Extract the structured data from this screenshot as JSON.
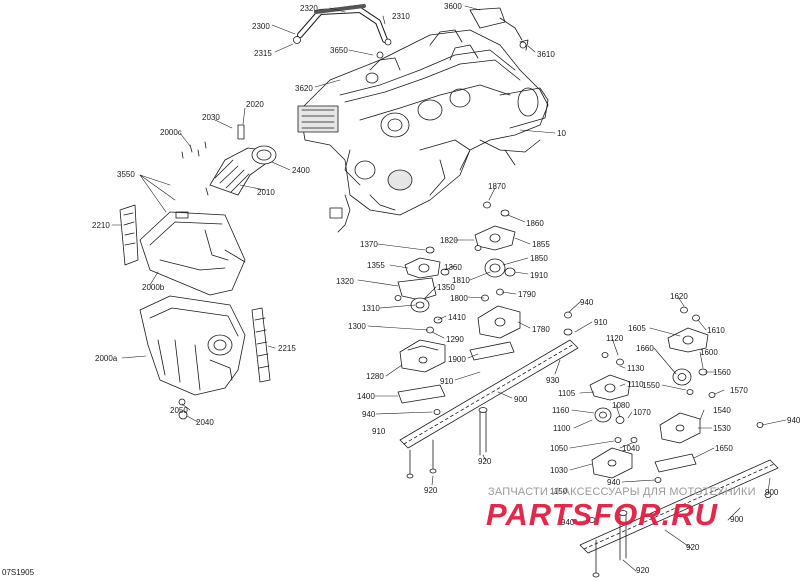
{
  "diagram": {
    "labels": [
      {
        "id": "l2320",
        "text": "2320"
      },
      {
        "id": "l2300",
        "text": "2300"
      },
      {
        "id": "l2315",
        "text": "2315"
      },
      {
        "id": "l2310",
        "text": "2310"
      },
      {
        "id": "l3650",
        "text": "3650"
      },
      {
        "id": "l3600",
        "text": "3600"
      },
      {
        "id": "l3610",
        "text": "3610"
      },
      {
        "id": "l3620",
        "text": "3620"
      },
      {
        "id": "l10",
        "text": "10"
      },
      {
        "id": "l2020",
        "text": "2020"
      },
      {
        "id": "l2030",
        "text": "2030"
      },
      {
        "id": "l2000c",
        "text": "2000c"
      },
      {
        "id": "l2400",
        "text": "2400"
      },
      {
        "id": "l2010",
        "text": "2010"
      },
      {
        "id": "l3550",
        "text": "3550"
      },
      {
        "id": "l2210",
        "text": "2210"
      },
      {
        "id": "l2000b",
        "text": "2000b"
      },
      {
        "id": "l2000a",
        "text": "2000a"
      },
      {
        "id": "l2215",
        "text": "2215"
      },
      {
        "id": "l2050",
        "text": "2050"
      },
      {
        "id": "l2040",
        "text": "2040"
      },
      {
        "id": "l1870",
        "text": "1870"
      },
      {
        "id": "l1860",
        "text": "1860"
      },
      {
        "id": "l1855",
        "text": "1855"
      },
      {
        "id": "l1820",
        "text": "1820"
      },
      {
        "id": "l1850",
        "text": "1850"
      },
      {
        "id": "l1810",
        "text": "1810"
      },
      {
        "id": "l1910",
        "text": "1910"
      },
      {
        "id": "l1370",
        "text": "1370"
      },
      {
        "id": "l1355",
        "text": "1355"
      },
      {
        "id": "l1360",
        "text": "1360"
      },
      {
        "id": "l1320",
        "text": "1320"
      },
      {
        "id": "l1350",
        "text": "1350"
      },
      {
        "id": "l1800",
        "text": "1800"
      },
      {
        "id": "l1790",
        "text": "1790"
      },
      {
        "id": "l1310",
        "text": "1310"
      },
      {
        "id": "l1410",
        "text": "1410"
      },
      {
        "id": "l1780",
        "text": "1780"
      },
      {
        "id": "l1300",
        "text": "1300"
      },
      {
        "id": "l1290",
        "text": "1290"
      },
      {
        "id": "l1900",
        "text": "1900"
      },
      {
        "id": "l1280",
        "text": "1280"
      },
      {
        "id": "l910a",
        "text": "910"
      },
      {
        "id": "l1400",
        "text": "1400"
      },
      {
        "id": "l940a",
        "text": "940"
      },
      {
        "id": "l910b",
        "text": "910"
      },
      {
        "id": "l900a",
        "text": "900"
      },
      {
        "id": "l920a",
        "text": "920"
      },
      {
        "id": "l920b",
        "text": "920"
      },
      {
        "id": "l940b",
        "text": "940"
      },
      {
        "id": "l910c",
        "text": "910"
      },
      {
        "id": "l930",
        "text": "930"
      },
      {
        "id": "l1120",
        "text": "1120"
      },
      {
        "id": "l1130",
        "text": "1130"
      },
      {
        "id": "l1110",
        "text": "1110"
      },
      {
        "id": "l1105",
        "text": "1105"
      },
      {
        "id": "l1160",
        "text": "1160"
      },
      {
        "id": "l1080",
        "text": "1080"
      },
      {
        "id": "l1070",
        "text": "1070"
      },
      {
        "id": "l1100",
        "text": "1100"
      },
      {
        "id": "l1050",
        "text": "1050"
      },
      {
        "id": "l1040",
        "text": "1040"
      },
      {
        "id": "l1030",
        "text": "1030"
      },
      {
        "id": "l1620",
        "text": "1620"
      },
      {
        "id": "l1605",
        "text": "1605"
      },
      {
        "id": "l1610",
        "text": "1610"
      },
      {
        "id": "l1660",
        "text": "1660"
      },
      {
        "id": "l1600",
        "text": "1600"
      },
      {
        "id": "l1550",
        "text": "1550"
      },
      {
        "id": "l1560",
        "text": "1560"
      },
      {
        "id": "l1570",
        "text": "1570"
      },
      {
        "id": "l1540",
        "text": "1540"
      },
      {
        "id": "l1530",
        "text": "1530"
      },
      {
        "id": "l1650",
        "text": "1650"
      },
      {
        "id": "l940c",
        "text": "940"
      },
      {
        "id": "l940d",
        "text": "940"
      },
      {
        "id": "l900b",
        "text": "900"
      },
      {
        "id": "l940e",
        "text": "940"
      },
      {
        "id": "l900c",
        "text": "900"
      },
      {
        "id": "l920c",
        "text": "920"
      },
      {
        "id": "l920d",
        "text": "920"
      },
      {
        "id": "l1150",
        "text": "1150"
      }
    ],
    "drawing_code": "07S1905"
  },
  "watermark": {
    "caption": "ЗАПЧАСТИ И АКСЕССУАРЫ ДЛЯ МОТОТЕХНИКИ",
    "brand": "PARTSFOR.RU",
    "brand_color": "#e3153b",
    "caption_color": "#9a9a9a"
  },
  "colors": {
    "line": "#1a1a1a",
    "fill": "#ffffff",
    "shade": "#d9d9d9"
  }
}
